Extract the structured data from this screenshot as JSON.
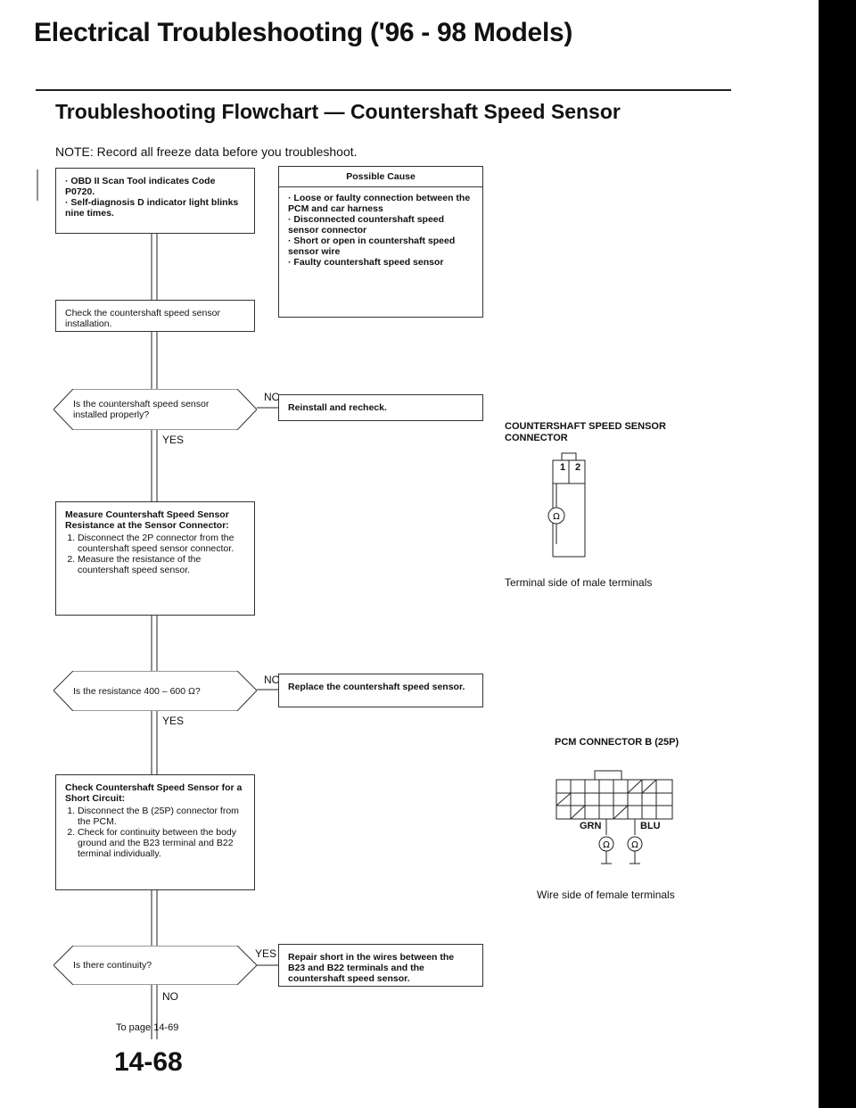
{
  "header": {
    "title": "Electrical Troubleshooting ('96 - 98 Models)",
    "subtitle": "Troubleshooting Flowchart — Countershaft Speed Sensor",
    "note": "NOTE:  Record all freeze data before you troubleshoot."
  },
  "flow": {
    "start": {
      "lines": [
        "· OBD II Scan Tool indicates Code P0720.",
        "· Self-diagnosis D indicator light blinks nine times."
      ]
    },
    "possible_cause": {
      "heading": "Possible Cause",
      "items": [
        "· Loose or faulty connection between the PCM and car harness",
        "· Disconnected countershaft speed sensor connector",
        "· Short or open in countershaft speed sensor wire",
        "· Faulty countershaft speed sensor"
      ]
    },
    "check_install": "Check the countershaft speed sensor installation.",
    "q1": "Is the countershaft speed sensor installed properly?",
    "a1_no": "Reinstall and recheck.",
    "measure": {
      "heading": "Measure Countershaft Speed Sensor Resistance at the Sensor Connector:",
      "steps": [
        "Disconnect the 2P connector from the countershaft speed sensor connector.",
        "Measure the resistance of the countershaft speed sensor."
      ]
    },
    "q2": "Is the resistance 400 – 600 Ω?",
    "a2_no": "Replace the countershaft speed sensor.",
    "check_short": {
      "heading": "Check Countershaft Speed Sensor for a Short Circuit:",
      "steps": [
        "Disconnect the B (25P) connector from the PCM.",
        "Check for continuity between the body ground and the B23 terminal and B22 terminal individually."
      ]
    },
    "q3": "Is there continuity?",
    "a3_yes": "Repair short in the wires between the B23 and B22 terminals and the countershaft speed sensor.",
    "labels": {
      "yes": "YES",
      "no": "NO"
    },
    "to_page": "To page 14-69"
  },
  "diagrams": {
    "sensor_connector": {
      "title": "COUNTERSHAFT SPEED SENSOR CONNECTOR",
      "pins": [
        "1",
        "2"
      ],
      "caption": "Terminal side of male terminals"
    },
    "pcm_connector": {
      "title": "PCM CONNECTOR B (25P)",
      "wire1": "GRN",
      "wire2": "BLU",
      "caption": "Wire side of female terminals"
    }
  },
  "page_number": "14-68"
}
